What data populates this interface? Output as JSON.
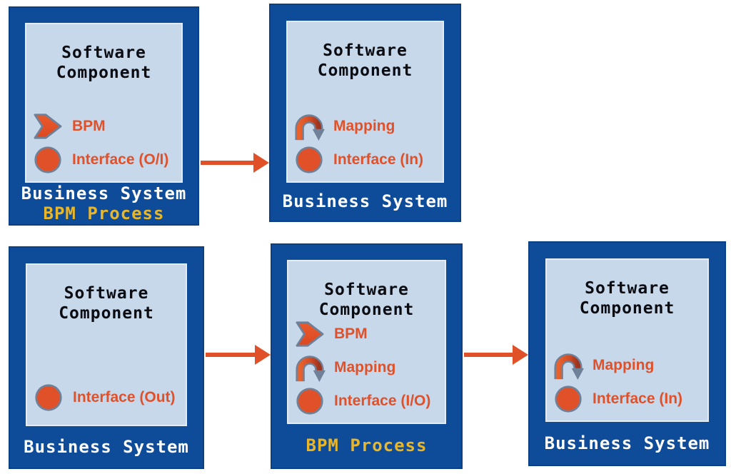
{
  "colors": {
    "box_blue": "#0E4C99",
    "panel_blue": "#C7D8EA",
    "accent_orange": "#E0512A",
    "accent_yellow": "#E8B62B",
    "icon_outline_gray": "#6F8198",
    "title_black": "#0B0B12",
    "footer_white": "#FFFFFF",
    "background": "#FFFFFF"
  },
  "boxes": [
    {
      "title": "Software\nComponent",
      "items": [
        {
          "icon": "bpm-chevron-icon",
          "label": "BPM"
        },
        {
          "icon": "interface-circle-icon",
          "label": "Interface (O/I)"
        }
      ],
      "footers": [
        {
          "text": "Business System",
          "style": "white"
        },
        {
          "text": "BPM Process",
          "style": "yellow"
        }
      ]
    },
    {
      "title": "Software\nComponent",
      "items": [
        {
          "icon": "mapping-arrow-icon",
          "label": "Mapping"
        },
        {
          "icon": "interface-circle-icon",
          "label": "Interface (In)"
        }
      ],
      "footers": [
        {
          "text": "Business System",
          "style": "white"
        }
      ]
    },
    {
      "title": "Software\nComponent",
      "items": [
        {
          "icon": "interface-circle-icon",
          "label": "Interface (Out)"
        }
      ],
      "footers": [
        {
          "text": "Business System",
          "style": "white"
        }
      ]
    },
    {
      "title": "Software\nComponent",
      "items": [
        {
          "icon": "bpm-chevron-icon",
          "label": "BPM"
        },
        {
          "icon": "mapping-arrow-icon",
          "label": "Mapping"
        },
        {
          "icon": "interface-circle-icon",
          "label": "Interface (I/O)"
        }
      ],
      "footers": [
        {
          "text": "BPM Process",
          "style": "yellow"
        }
      ]
    },
    {
      "title": "Software\nComponent",
      "items": [
        {
          "icon": "mapping-arrow-icon",
          "label": "Mapping"
        },
        {
          "icon": "interface-circle-icon",
          "label": "Interface (In)"
        }
      ],
      "footers": [
        {
          "text": "Business System",
          "style": "white"
        }
      ]
    }
  ],
  "arrows": [
    {
      "from": 0,
      "to": 1,
      "direction": "right"
    },
    {
      "from": 2,
      "to": 3,
      "direction": "right"
    },
    {
      "from": 3,
      "to": 4,
      "direction": "right"
    }
  ]
}
